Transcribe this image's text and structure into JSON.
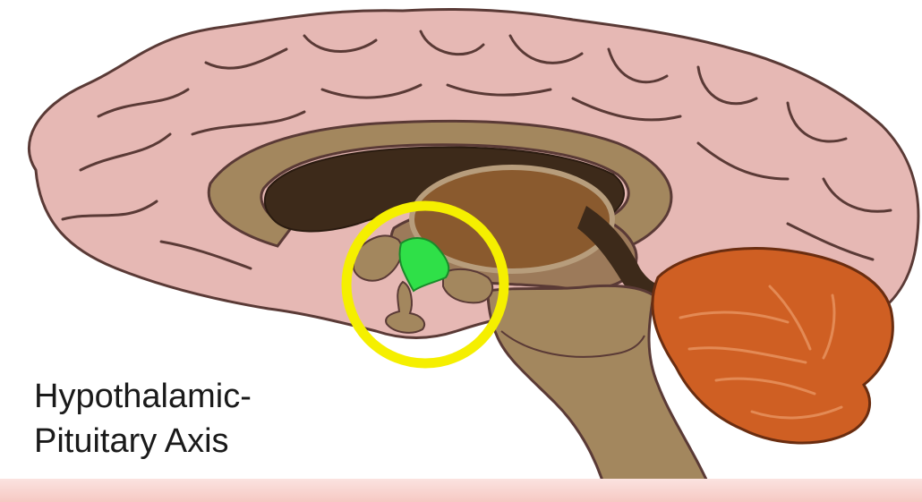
{
  "caption": {
    "line1": "Hypothalamic-",
    "line2": "Pituitary Axis"
  },
  "colors": {
    "cortex": "#e6b8b4",
    "cortex_outline": "#5a3a36",
    "corpus_callosum": "#a3875e",
    "ventricle": "#3d2a1a",
    "thalamus": "#8a5a2e",
    "brainstem": "#a3875e",
    "cerebellum": "#cf5f23",
    "hypothalamus_highlight": "#2fe048",
    "highlight_circle": "#f5ef00",
    "footer_band": "#f6c9c3"
  },
  "icons": {
    "brain": "brain-sagittal-illustration",
    "marker": "highlight-circle"
  }
}
